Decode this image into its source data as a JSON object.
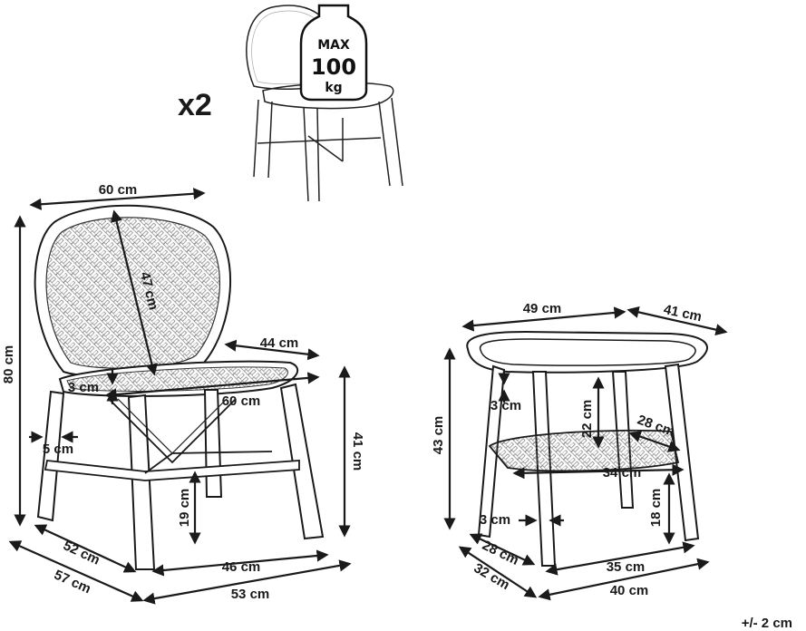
{
  "quantity": "x2",
  "weight_badge": {
    "line1": "MAX",
    "line2": "100",
    "line3": "kg"
  },
  "chair": {
    "width_top": "60 cm",
    "backrest_height": "47 cm",
    "total_height": "80 cm",
    "seat_depth": "44 cm",
    "seat_width": "60 cm",
    "frame_gap": "3 cm",
    "leg_thickness": "5 cm",
    "seat_height": "41 cm",
    "stretcher_height": "19 cm",
    "base_front": "46 cm",
    "base_side": "52 cm",
    "footprint_side": "57 cm",
    "footprint_front": "53 cm"
  },
  "table": {
    "top_width": "49 cm",
    "top_depth": "41 cm",
    "height": "43 cm",
    "top_thickness": "3 cm",
    "shelf_gap": "22 cm",
    "shelf_depth": "28 cm",
    "shelf_width": "34 cm",
    "shelf_height": "18 cm",
    "leg_thickness": "3 cm",
    "base_front": "35 cm",
    "base_side": "28 cm",
    "footprint_side": "32 cm",
    "footprint_front": "40 cm"
  },
  "tolerance": "+/- 2 cm"
}
